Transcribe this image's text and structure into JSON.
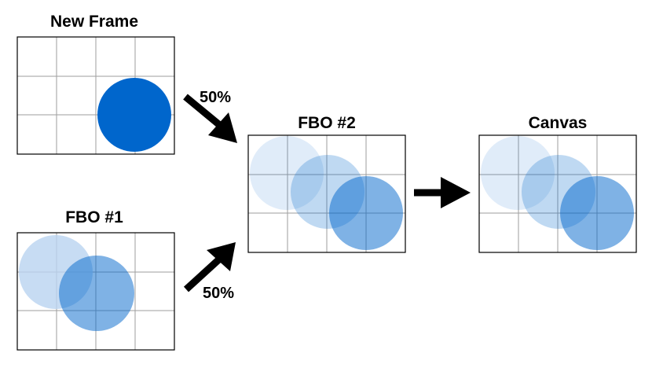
{
  "panels": {
    "new_frame": {
      "title": "New Frame"
    },
    "fbo1": {
      "title": "FBO #1"
    },
    "fbo2": {
      "title": "FBO #2"
    },
    "canvas": {
      "title": "Canvas"
    }
  },
  "arrows": {
    "top_label": "50%",
    "bottom_label": "50%"
  },
  "colors": {
    "circle_solid": "#0066cc",
    "circle_light": "#b9d3f0",
    "circle_overlap": "#3a86d6",
    "circle_faint": "#dde9f7",
    "arrow": "#000000",
    "grid": "#9e9e9e"
  }
}
